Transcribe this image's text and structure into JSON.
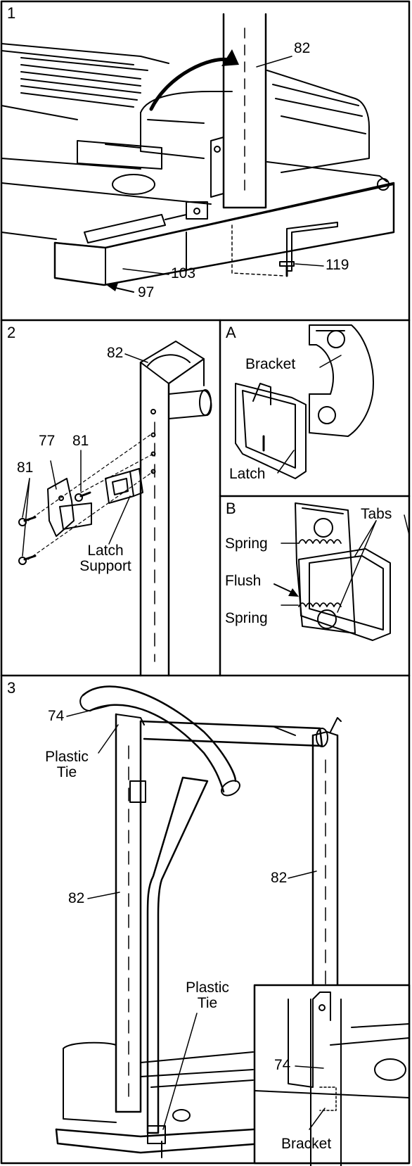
{
  "step1": {
    "number": "1",
    "labels": {
      "upright": "82",
      "base": "103",
      "frame": "97",
      "screw": "119"
    }
  },
  "step2": {
    "number": "2",
    "labels": {
      "upright": "82",
      "latch": "77",
      "screw_top": "81",
      "screw_left": "81",
      "latch_support_line1": "Latch",
      "latch_support_line2": "Support"
    }
  },
  "detailA": {
    "letter": "A",
    "labels": {
      "bracket": "Bracket",
      "latch": "Latch"
    }
  },
  "detailB": {
    "letter": "B",
    "labels": {
      "tabs": "Tabs",
      "spring_top": "Spring",
      "flush": "Flush",
      "spring_bottom": "Spring"
    }
  },
  "step3": {
    "number": "3",
    "labels": {
      "crossbar": "74",
      "tie_top_line1": "Plastic",
      "tie_top_line2": "Tie",
      "left_upright": "82",
      "right_upright": "82",
      "tie_bottom_line1": "Plastic",
      "tie_bottom_line2": "Tie"
    },
    "inset": {
      "crossbar": "74",
      "bracket": "Bracket"
    }
  }
}
